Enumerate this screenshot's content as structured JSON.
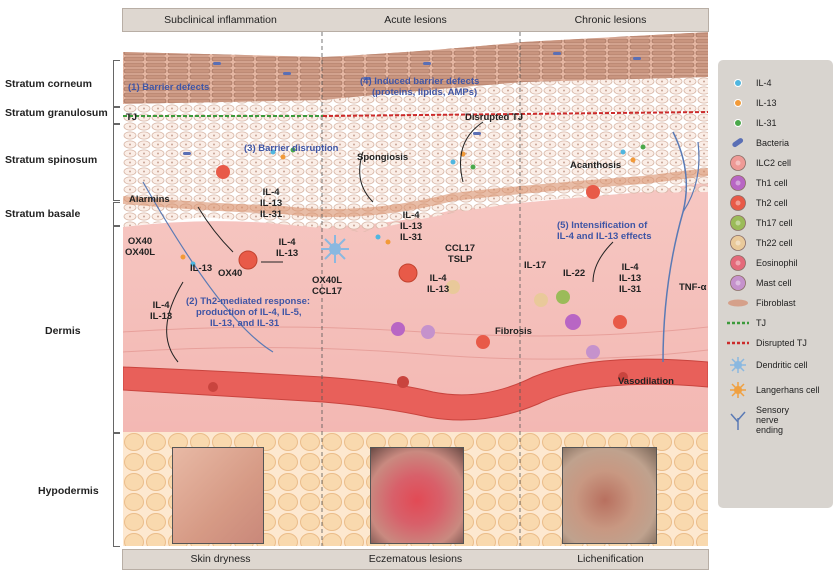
{
  "columns": [
    "Subclinical inflammation",
    "Acute lesions",
    "Chronic lesions"
  ],
  "footer": [
    "Skin dryness",
    "Eczematous lesions",
    "Lichenification"
  ],
  "layers": {
    "corneum": "Stratum corneum",
    "granulosum": "Stratum granulosum",
    "spinosum": "Stratum spinosum",
    "basale": "Stratum basale",
    "dermis": "Dermis",
    "hypodermis": "Hypodermis"
  },
  "annotations": {
    "barrier_defects": "(1) Barrier defects",
    "induced_barrier_1": "(4) Induced barrier defects",
    "induced_barrier_2": "(proteins, lipids, AMPs)",
    "tj": "TJ",
    "disrupted_tj": "Disrupted TJ",
    "barrier_disruption": "(3) Barrier disruption",
    "spongiosis": "Spongiosis",
    "acanthosis": "Acanthosis",
    "alarmins": "Alarmins",
    "il4_il13_il31_a": "IL-4\nIL-13\nIL-31",
    "il4_il13_il31_b": "IL-4\nIL-13\nIL-31",
    "il4_il13_a": "IL-4\nIL-13",
    "ox40_ox40l": "OX40\nOX40L",
    "il13": "IL-13",
    "ox40": "OX40",
    "ox40l_ccl17": "OX40L\nCCL17",
    "ccl17_tslp": "CCL17\nTSLP",
    "il4_il13_b": "IL-4\nIL-13",
    "il4_il13_c": "IL-4\nIL-13",
    "th2_response_1": "(2) Th2-mediated response:",
    "th2_response_2": "production of IL-4, IL-5,",
    "th2_response_3": "IL-13, and IL-31",
    "intensification_1": "(5) Intensification of",
    "intensification_2": "IL-4 and IL-13 effects",
    "il17": "IL-17",
    "il22": "IL-22",
    "il4_il13_il31_c": "IL-4\nIL-13\nIL-31",
    "tnfa": "TNF-α",
    "fibrosis": "Fibrosis",
    "vasodilation": "Vasodilation"
  },
  "legend": [
    {
      "label": "IL-4",
      "icon": "il4-dot-icon",
      "color": "#4fb6e0"
    },
    {
      "label": "IL-13",
      "icon": "il13-dot-icon",
      "color": "#f29a38"
    },
    {
      "label": "IL-31",
      "icon": "il31-dot-icon",
      "color": "#4aa84a"
    },
    {
      "label": "Bacteria",
      "icon": "bacteria-icon",
      "color": "#5a6fb5"
    },
    {
      "label": "ILC2 cell",
      "icon": "ilc2-cell-icon",
      "color": "#ee9a96"
    },
    {
      "label": "Th1 cell",
      "icon": "th1-cell-icon",
      "color": "#b866c4"
    },
    {
      "label": "Th2 cell",
      "icon": "th2-cell-icon",
      "color": "#e85a48"
    },
    {
      "label": "Th17 cell",
      "icon": "th17-cell-icon",
      "color": "#9bbb59"
    },
    {
      "label": "Th22 cell",
      "icon": "th22-cell-icon",
      "color": "#e9c99a"
    },
    {
      "label": "Eosinophil",
      "icon": "eosinophil-icon",
      "color": "#e46a7a"
    },
    {
      "label": "Mast cell",
      "icon": "mast-cell-icon",
      "color": "#c592cc"
    },
    {
      "label": "Fibroblast",
      "icon": "fibroblast-icon",
      "color": "#d5a08a"
    },
    {
      "label": "TJ",
      "icon": "tj-icon",
      "color": "#3c9a3c"
    },
    {
      "label": "Disrupted TJ",
      "icon": "disrupted-tj-icon",
      "color": "#cc2b2b"
    },
    {
      "label": "Dendritic cell",
      "icon": "dendritic-cell-icon",
      "color": "#8ab8e0"
    },
    {
      "label": "Langerhans cell",
      "icon": "langerhans-cell-icon",
      "color": "#f0a040"
    },
    {
      "label": "Sensory\nnerve\nending",
      "icon": "sensory-nerve-icon",
      "color": "#5a7ab5"
    }
  ]
}
